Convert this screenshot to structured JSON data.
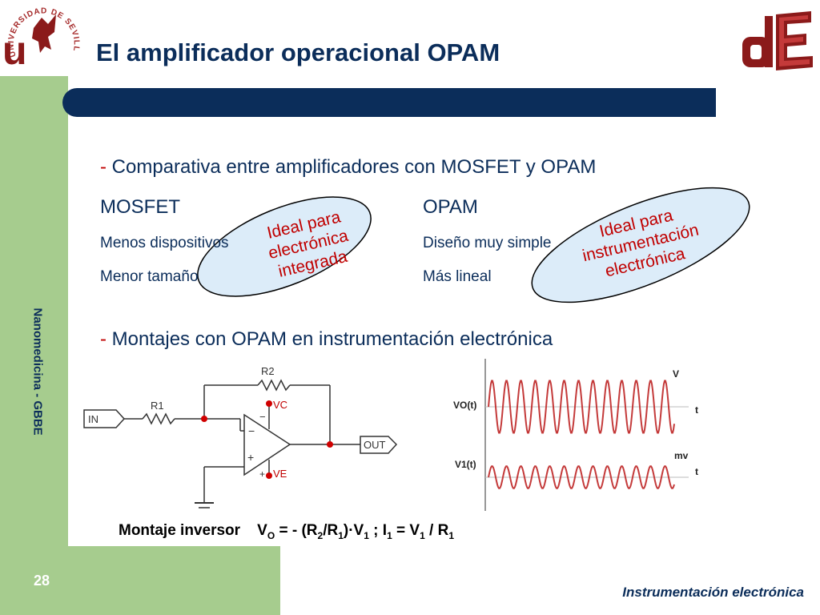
{
  "header": {
    "title": "El amplificador operacional OPAM",
    "logo_left_text": "UNIVERSIDAD DE SEVILLA"
  },
  "sidebar": {
    "vertical_text": "Nanomedicina - GBBE"
  },
  "content": {
    "bullet1": {
      "dash": "-",
      "text": "Comparativa entre amplificadores con MOSFET y OPAM"
    },
    "mosfet": {
      "heading": "MOSFET",
      "items": [
        "Menos dispositivos",
        "Menor tamaño"
      ]
    },
    "opam": {
      "heading": "OPAM",
      "items": [
        "Diseño muy simple",
        "Más lineal"
      ]
    },
    "ellipse_left": {
      "lines": [
        "Ideal para",
        "electrónica",
        "integrada"
      ]
    },
    "ellipse_right": {
      "lines": [
        "Ideal para",
        "instrumentación",
        "electrónica"
      ]
    },
    "bullet2": {
      "dash": "-",
      "text": "Montajes con OPAM en instrumentación electrónica"
    }
  },
  "circuit": {
    "in_label": "IN",
    "out_label": "OUT",
    "r1_label": "R1",
    "r2_label": "R2",
    "vc_label": "VC",
    "ve_label": "VE",
    "minus_sign": "−",
    "plus_sign": "+"
  },
  "waveform": {
    "vo_label": "VO(t)",
    "v1_label": "V1(t)",
    "v_unit": "V",
    "mv_unit": "mv",
    "t_label": "t"
  },
  "formula": {
    "montaje": "Montaje inversor",
    "v": "V",
    "o_sub": "O",
    "eq1": " = - (R",
    "two_sub": "2",
    "slash": "/R",
    "one_sub": "1",
    "tail1": ")·V",
    "one_sub_b": "1",
    "sep": " ; I",
    "one_sub_c": "1",
    "eq2": " = V",
    "one_sub_d": "1",
    "div": " / R",
    "one_sub_e": "1"
  },
  "footer": {
    "page": "28",
    "subject": "Instrumentación electrónica"
  },
  "colors": {
    "navy": "#0b2d5a",
    "green": "#a6cc8e",
    "red": "#c00000",
    "ellipse_fill": "#dcecf9"
  }
}
